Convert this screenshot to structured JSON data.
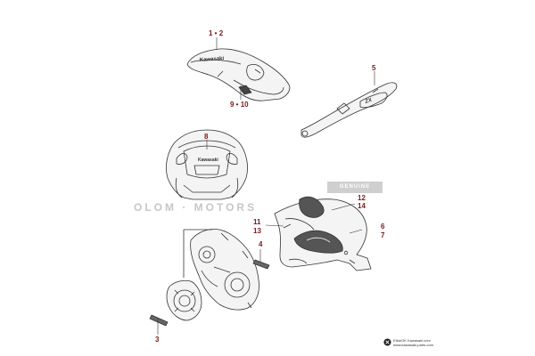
{
  "callouts": {
    "c1": "1 • 2",
    "c9": "9 • 10",
    "c5": "5",
    "c8": "8",
    "c12": "12",
    "c14": "14",
    "c11": "11",
    "c13": "13",
    "c6": "6",
    "c7": "7",
    "c4": "4",
    "c3": "3"
  },
  "watermark": {
    "text": "OLOM · MOTORS",
    "badge": "GENUINE"
  },
  "decals": {
    "brand_tail": "Kawasaki",
    "brand_fairing": "Kawasaki",
    "model_guard": "ZX"
  },
  "footer": {
    "line1": "EfloeOK Kawasaki.com",
    "line2": "www.kawasaki-parts.com"
  },
  "colors": {
    "callout": "#7a1a1a",
    "line": "#333333",
    "watermark": "#c7c7c7"
  }
}
